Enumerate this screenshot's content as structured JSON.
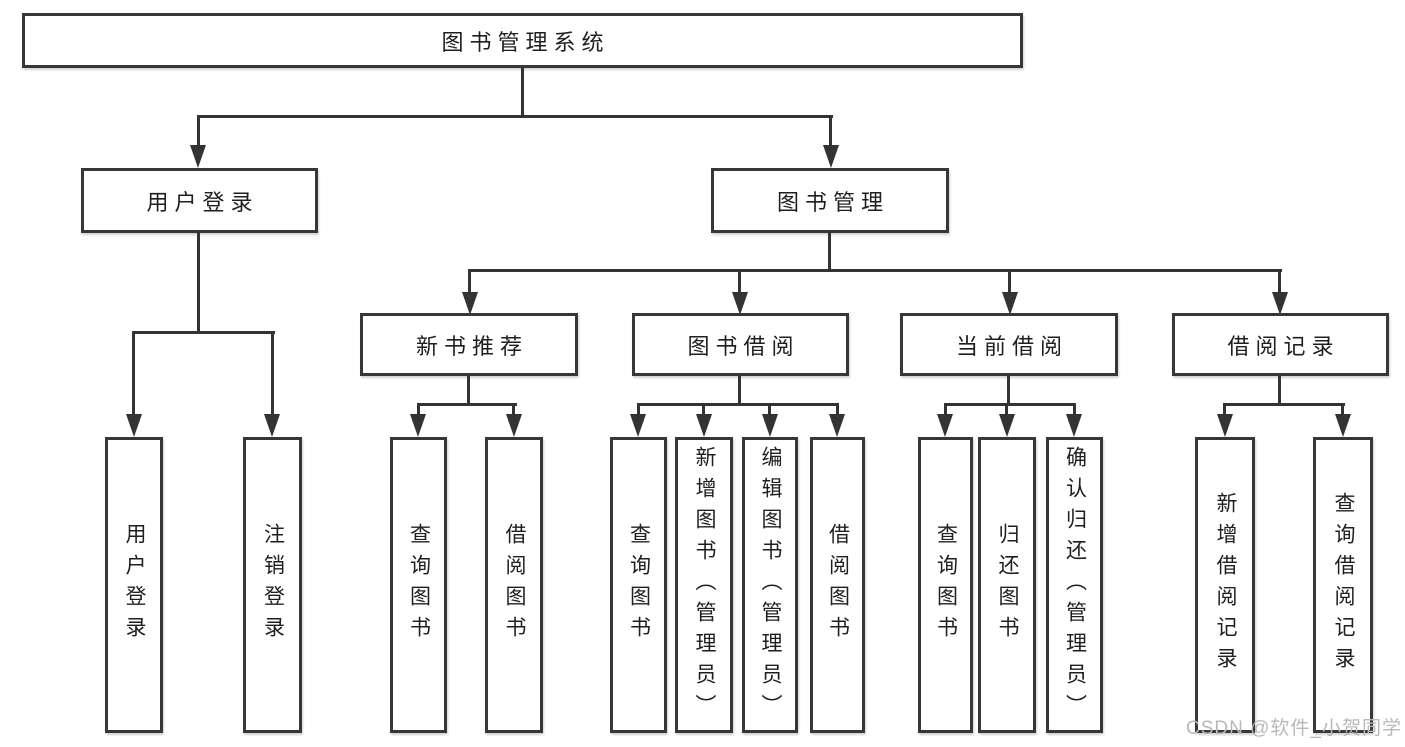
{
  "tree": {
    "label": "图书管理系统",
    "children": [
      {
        "label": "用户登录",
        "children": [
          {
            "label": "用户登录"
          },
          {
            "label": "注销登录"
          }
        ]
      },
      {
        "label": "图书管理",
        "children": [
          {
            "label": "新书推荐",
            "children": [
              {
                "label": "查询图书"
              },
              {
                "label": "借阅图书"
              }
            ]
          },
          {
            "label": "图书借阅",
            "children": [
              {
                "label": "查询图书"
              },
              {
                "label": "新增图书（管理员）"
              },
              {
                "label": "编辑图书（管理员）"
              },
              {
                "label": "借阅图书"
              }
            ]
          },
          {
            "label": "当前借阅",
            "children": [
              {
                "label": "查询图书"
              },
              {
                "label": "归还图书"
              },
              {
                "label": "确认归还（管理员）"
              }
            ]
          },
          {
            "label": "借阅记录",
            "children": [
              {
                "label": "新增借阅记录"
              },
              {
                "label": "查询借阅记录"
              }
            ]
          }
        ]
      }
    ]
  },
  "watermark": {
    "text": "CSDN @软件_小贺同学"
  },
  "colors": {
    "line": "#333333",
    "box_border": "#373737",
    "text": "#1f1f1f",
    "watermark": "#b9b9b9",
    "background": "#ffffff"
  }
}
